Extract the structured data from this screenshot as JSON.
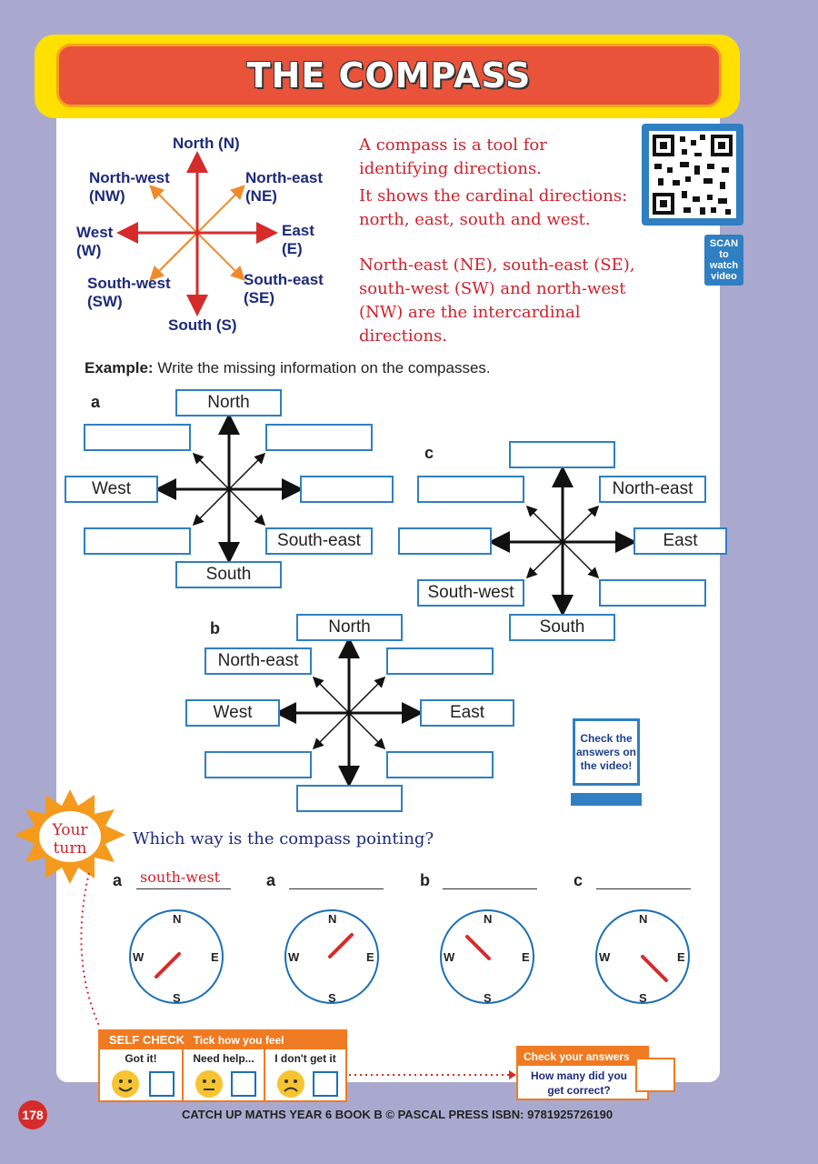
{
  "page": {
    "title": "THE COMPASS",
    "page_number": "178",
    "footer": "CATCH UP MATHS YEAR 6 BOOK B   © PASCAL PRESS   ISBN: 9781925726190"
  },
  "diagram": {
    "north": "North (N)",
    "north_east": "North-east\n(NE)",
    "north_west": "North-west\n(NW)",
    "east": "East\n(E)",
    "west": "West\n(W)",
    "south_east": "South-east\n(SE)",
    "south_west": "South-west\n(SW)",
    "south": "South (S)"
  },
  "intro": {
    "p1": "A compass is a tool for identifying directions.",
    "p2": "It shows the cardinal directions: north, east, south and west.",
    "p3": "North-east (NE), south-east (SE), south-west (SW) and north-west (NW) are the intercardinal directions."
  },
  "qr": {
    "label": "SCAN to watch video"
  },
  "example": {
    "lead": "Example:",
    "instruction": "Write the missing information on the compasses.",
    "a": {
      "letter": "a",
      "n": "North",
      "ne": "",
      "nw": "",
      "e": "",
      "w": "West",
      "se": "South-east",
      "sw": "",
      "s": "South"
    },
    "b": {
      "letter": "b",
      "n": "North",
      "ne": "",
      "nw": "North-east",
      "e": "East",
      "w": "West",
      "se": "",
      "sw": "",
      "s": ""
    },
    "c": {
      "letter": "c",
      "n": "",
      "ne": "North-east",
      "nw": "",
      "e": "East",
      "w": "",
      "se": "",
      "sw": "South-west",
      "s": "South"
    }
  },
  "video_note": "Check the answers on the video!",
  "your_turn": {
    "badge": "Your turn",
    "question": "Which way is the compass pointing?",
    "items": [
      {
        "letter": "a",
        "answer": "south-west"
      },
      {
        "letter": "a",
        "answer": ""
      },
      {
        "letter": "b",
        "answer": ""
      },
      {
        "letter": "c",
        "answer": ""
      }
    ],
    "dial": {
      "n": "N",
      "s": "S",
      "e": "E",
      "w": "W"
    }
  },
  "self_check": {
    "title": "SELF CHECK",
    "subtitle": "Tick how you feel",
    "options": [
      "Got it!",
      "Need help...",
      "I don't get it"
    ]
  },
  "check_answers": {
    "title": "Check your answers",
    "question": "How many did you get correct?"
  },
  "colors": {
    "accent_red": "#d0202a",
    "blue": "#2f7fc2",
    "navy": "#1d2a7a",
    "orange": "#f07a22"
  }
}
